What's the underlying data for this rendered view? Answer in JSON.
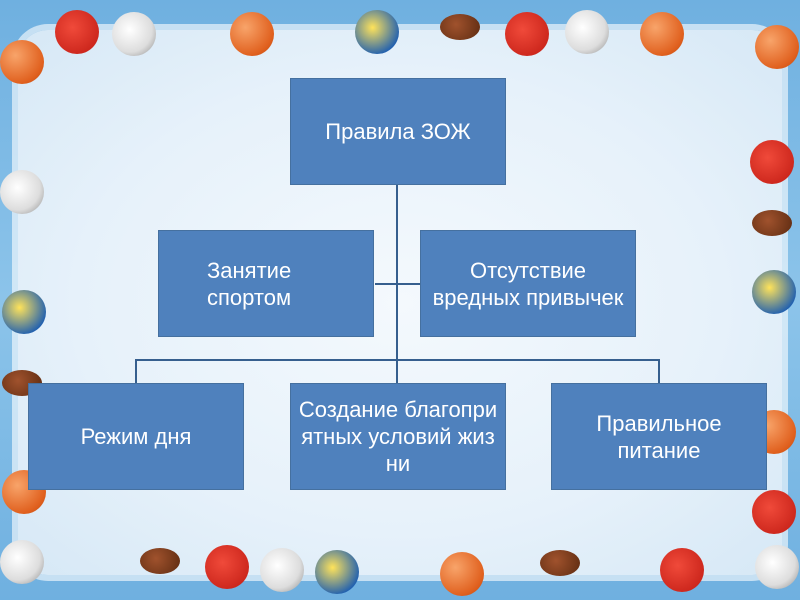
{
  "diagram": {
    "root": "Правила ЗОЖ",
    "level1": [
      "Занятие спортом",
      "Отсутствие вредных привычек"
    ],
    "level2": [
      "Режим дня",
      "Создание благоприятных условий жизни",
      "Правильное питание"
    ]
  },
  "colors": {
    "box": "#4f81bd",
    "connector": "#365f8e",
    "frame": "#6fb0e0"
  }
}
